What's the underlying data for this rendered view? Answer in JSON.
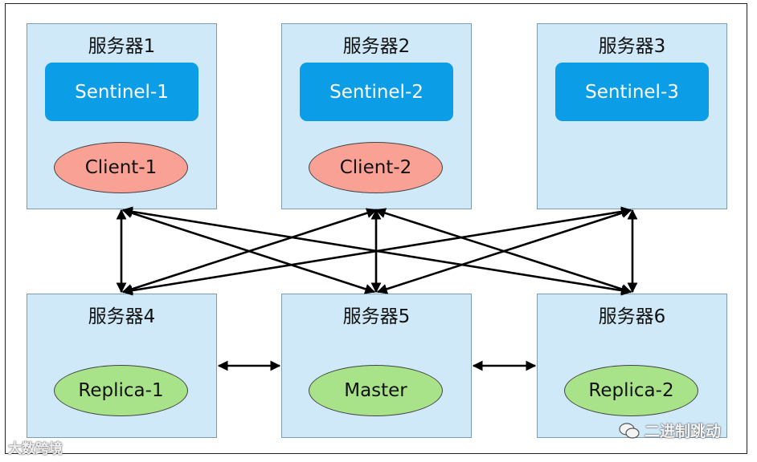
{
  "servers": [
    {
      "title": "服务器1",
      "sentinel": "Sentinel-1",
      "client": "Client-1"
    },
    {
      "title": "服务器2",
      "sentinel": "Sentinel-2",
      "client": "Client-2"
    },
    {
      "title": "服务器3",
      "sentinel": "Sentinel-3"
    },
    {
      "title": "服务器4",
      "node": "Replica-1"
    },
    {
      "title": "服务器5",
      "node": "Master"
    },
    {
      "title": "服务器6",
      "node": "Replica-2"
    }
  ],
  "watermarks": {
    "left": "大数跨境",
    "right": "二进制跳动"
  },
  "colors": {
    "server_bg": "#cfe9f8",
    "sentinel": "#0b9ee6",
    "client": "#f9a195",
    "data_node": "#a8e38a"
  }
}
